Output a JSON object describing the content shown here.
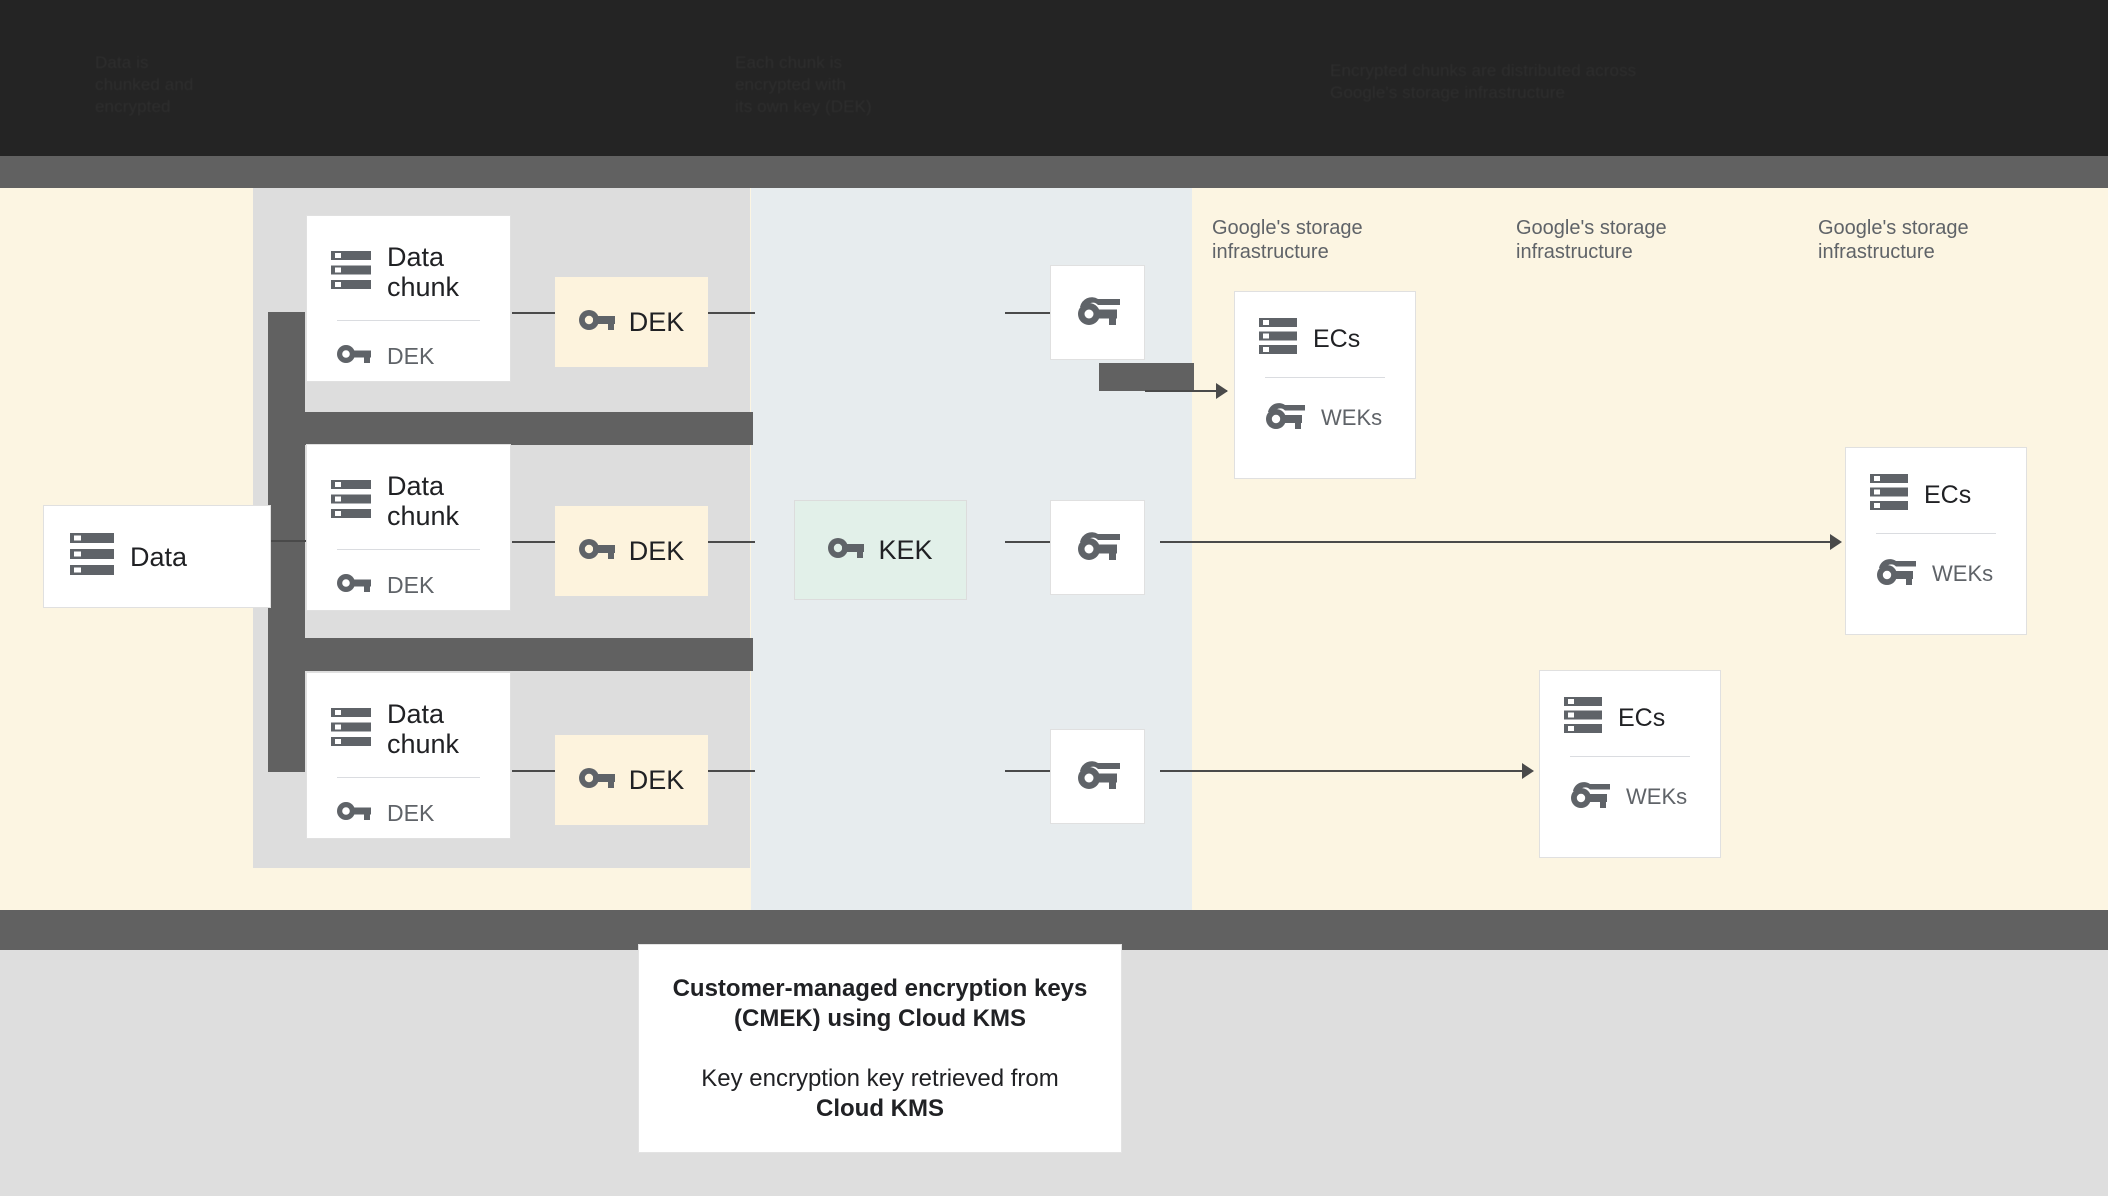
{
  "header": {
    "obscured_columns": [
      "Data is\nchunked and\nencrypted",
      "Each chunk is\nencrypted with\nits own key (DEK)",
      "Encrypted chunks are distributed across\nGoogle's storage infrastructure"
    ]
  },
  "diagram": {
    "data_card": {
      "title": "Data",
      "icon": "storage-icon"
    },
    "chunks": [
      {
        "title": "Data chunk",
        "sub": "DEK",
        "icon": "storage-icon",
        "key_icon": "key-icon"
      },
      {
        "title": "Data chunk",
        "sub": "DEK",
        "icon": "storage-icon",
        "key_icon": "key-icon"
      },
      {
        "title": "Data chunk",
        "sub": "DEK",
        "icon": "storage-icon",
        "key_icon": "key-icon"
      }
    ],
    "dek_boxes": [
      {
        "label": "DEK",
        "icon": "key-icon",
        "color": "#fdf3dd"
      },
      {
        "label": "DEK",
        "icon": "key-icon",
        "color": "#fdf3dd"
      },
      {
        "label": "DEK",
        "icon": "key-icon",
        "color": "#fdf3dd"
      }
    ],
    "kek_box": {
      "label": "KEK",
      "icon": "key-icon",
      "color": "#e2f0e9"
    },
    "wek_cards": [
      {
        "icon": "double-key-icon"
      },
      {
        "icon": "double-key-icon"
      },
      {
        "icon": "double-key-icon"
      }
    ],
    "ecs_cards": [
      {
        "title": "ECs",
        "sub": "WEKs",
        "icon": "storage-icon",
        "key_icon": "double-key-icon"
      },
      {
        "title": "ECs",
        "sub": "WEKs",
        "icon": "storage-icon",
        "key_icon": "double-key-icon"
      },
      {
        "title": "ECs",
        "sub": "WEKs",
        "icon": "storage-icon",
        "key_icon": "double-key-icon"
      }
    ],
    "infra_labels": [
      "Google's storage infrastructure",
      "Google's storage infrastructure",
      "Google's storage infrastructure"
    ]
  },
  "caption": {
    "line1": "Customer-managed encryption keys",
    "line2": "(CMEK) using Cloud KMS",
    "line3": "Key encryption key retrieved from",
    "line4": "Cloud KMS"
  },
  "colors": {
    "cream_band": "#fcf5e2",
    "grey_band": "#dddddd",
    "bluegrey_band": "#e7ecee",
    "dark_bar": "#616161",
    "dek_fill": "#fdf3dd",
    "kek_fill": "#e2f0e9",
    "footer_bg": "#dedede",
    "icon_grey": "#5f6368"
  }
}
